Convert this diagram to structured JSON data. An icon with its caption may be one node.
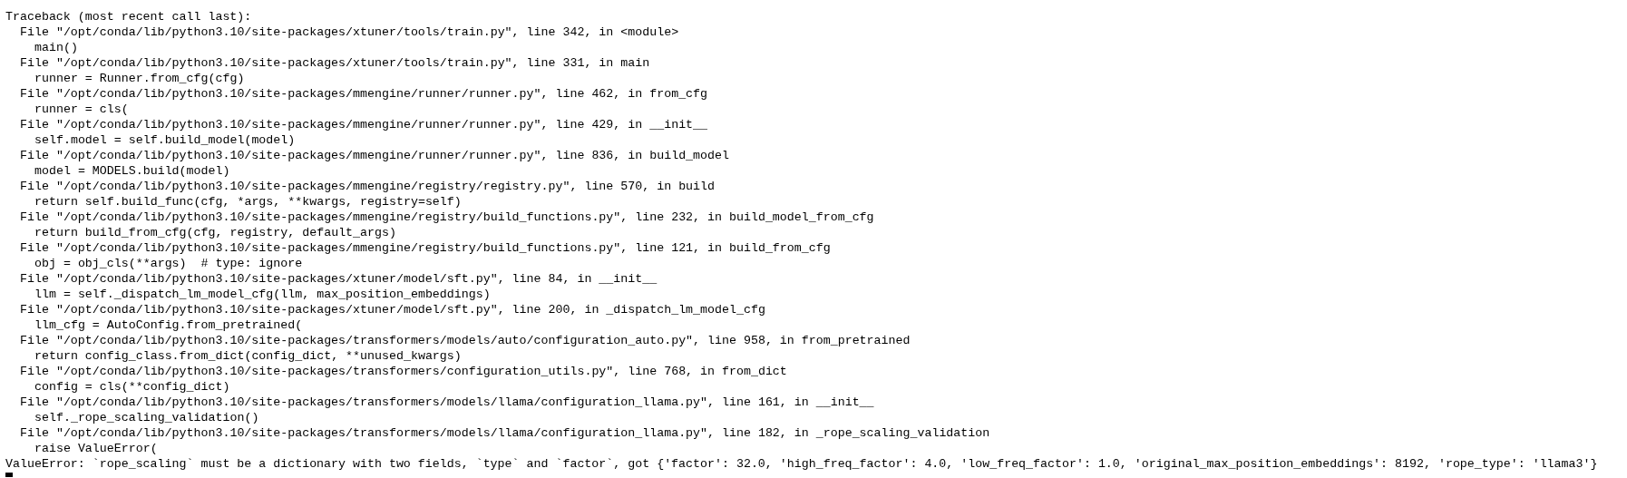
{
  "diagram": {
    "labels": [
      "Traceback (most recent call last):",
      "File \"/opt/conda/lib/python3.10/site-packages/xtuner/tools/train.py\", line 342, in <module>",
      "main()",
      "File \"/opt/conda/lib/python3.10/site-packages/xtuner/tools/train.py\", line 331, in main",
      "runner = Runner.from_cfg(cfg)",
      "File \"/opt/conda/lib/python3.10/site-packages/mmengine/runner/runner.py\", line 462, in from_cfg",
      "runner = cls(",
      "File \"/opt/conda/lib/python3.10/site-packages/mmengine/runner/runner.py\", line 429, in __init__",
      "self.model = self.build_model(model)",
      "File \"/opt/conda/lib/python3.10/site-packages/mmengine/runner/runner.py\", line 836, in build_model",
      "model = MODELS.build(model)",
      "File \"/opt/conda/lib/python3.10/site-packages/mmengine/registry/registry.py\", line 570, in build",
      "return self.build_func(cfg, *args, **kwargs, registry=self)",
      "File \"/opt/conda/lib/python3.10/site-packages/mmengine/registry/build_functions.py\", line 232, in build_model_from_cfg",
      "return build_from_cfg(cfg, registry, default_args)",
      "File \"/opt/conda/lib/python3.10/site-packages/mmengine/registry/build_functions.py\", line 121, in build_from_cfg",
      "obj = obj_cls(**args)  # type: ignore",
      "File \"/opt/conda/lib/python3.10/site-packages/xtuner/model/sft.py\", line 84, in __init__",
      "llm = self._dispatch_lm_model_cfg(llm, max_position_embeddings)",
      "File \"/opt/conda/lib/python3.10/site-packages/xtuner/model/sft.py\", line 200, in _dispatch_lm_model_cfg",
      "llm_cfg = AutoConfig.from_pretrained(",
      "File \"/opt/conda/lib/python3.10/site-packages/transformers/models/auto/configuration_auto.py\", line 958, in from_pretrained",
      "return config_class.from_dict(config_dict, **unused_kwargs)",
      "File \"/opt/conda/lib/python3.10/site-packages/transformers/configuration_utils.py\", line 768, in from_dict",
      "config = cls(**config_dict)",
      "File \"/opt/conda/lib/python3.10/site-packages/transformers/models/llama/configuration_llama.py\", line 161, in __init__",
      "self._rope_scaling_validation()",
      "File \"/opt/conda/lib/python3.10/site-packages/transformers/models/llama/configuration_llama.py\", line 182, in _rope_scaling_validation",
      "raise ValueError(",
      "ValueError: `rope_scaling` must be a dictionary with two fields, `type` and `factor`, got {'factor': 32.0, 'high_freq_factor': 4.0, 'low_freq_factor': 1.0, 'original_max_position_embeddings': 8192, 'rope_type': 'llama3'}"
    ]
  }
}
